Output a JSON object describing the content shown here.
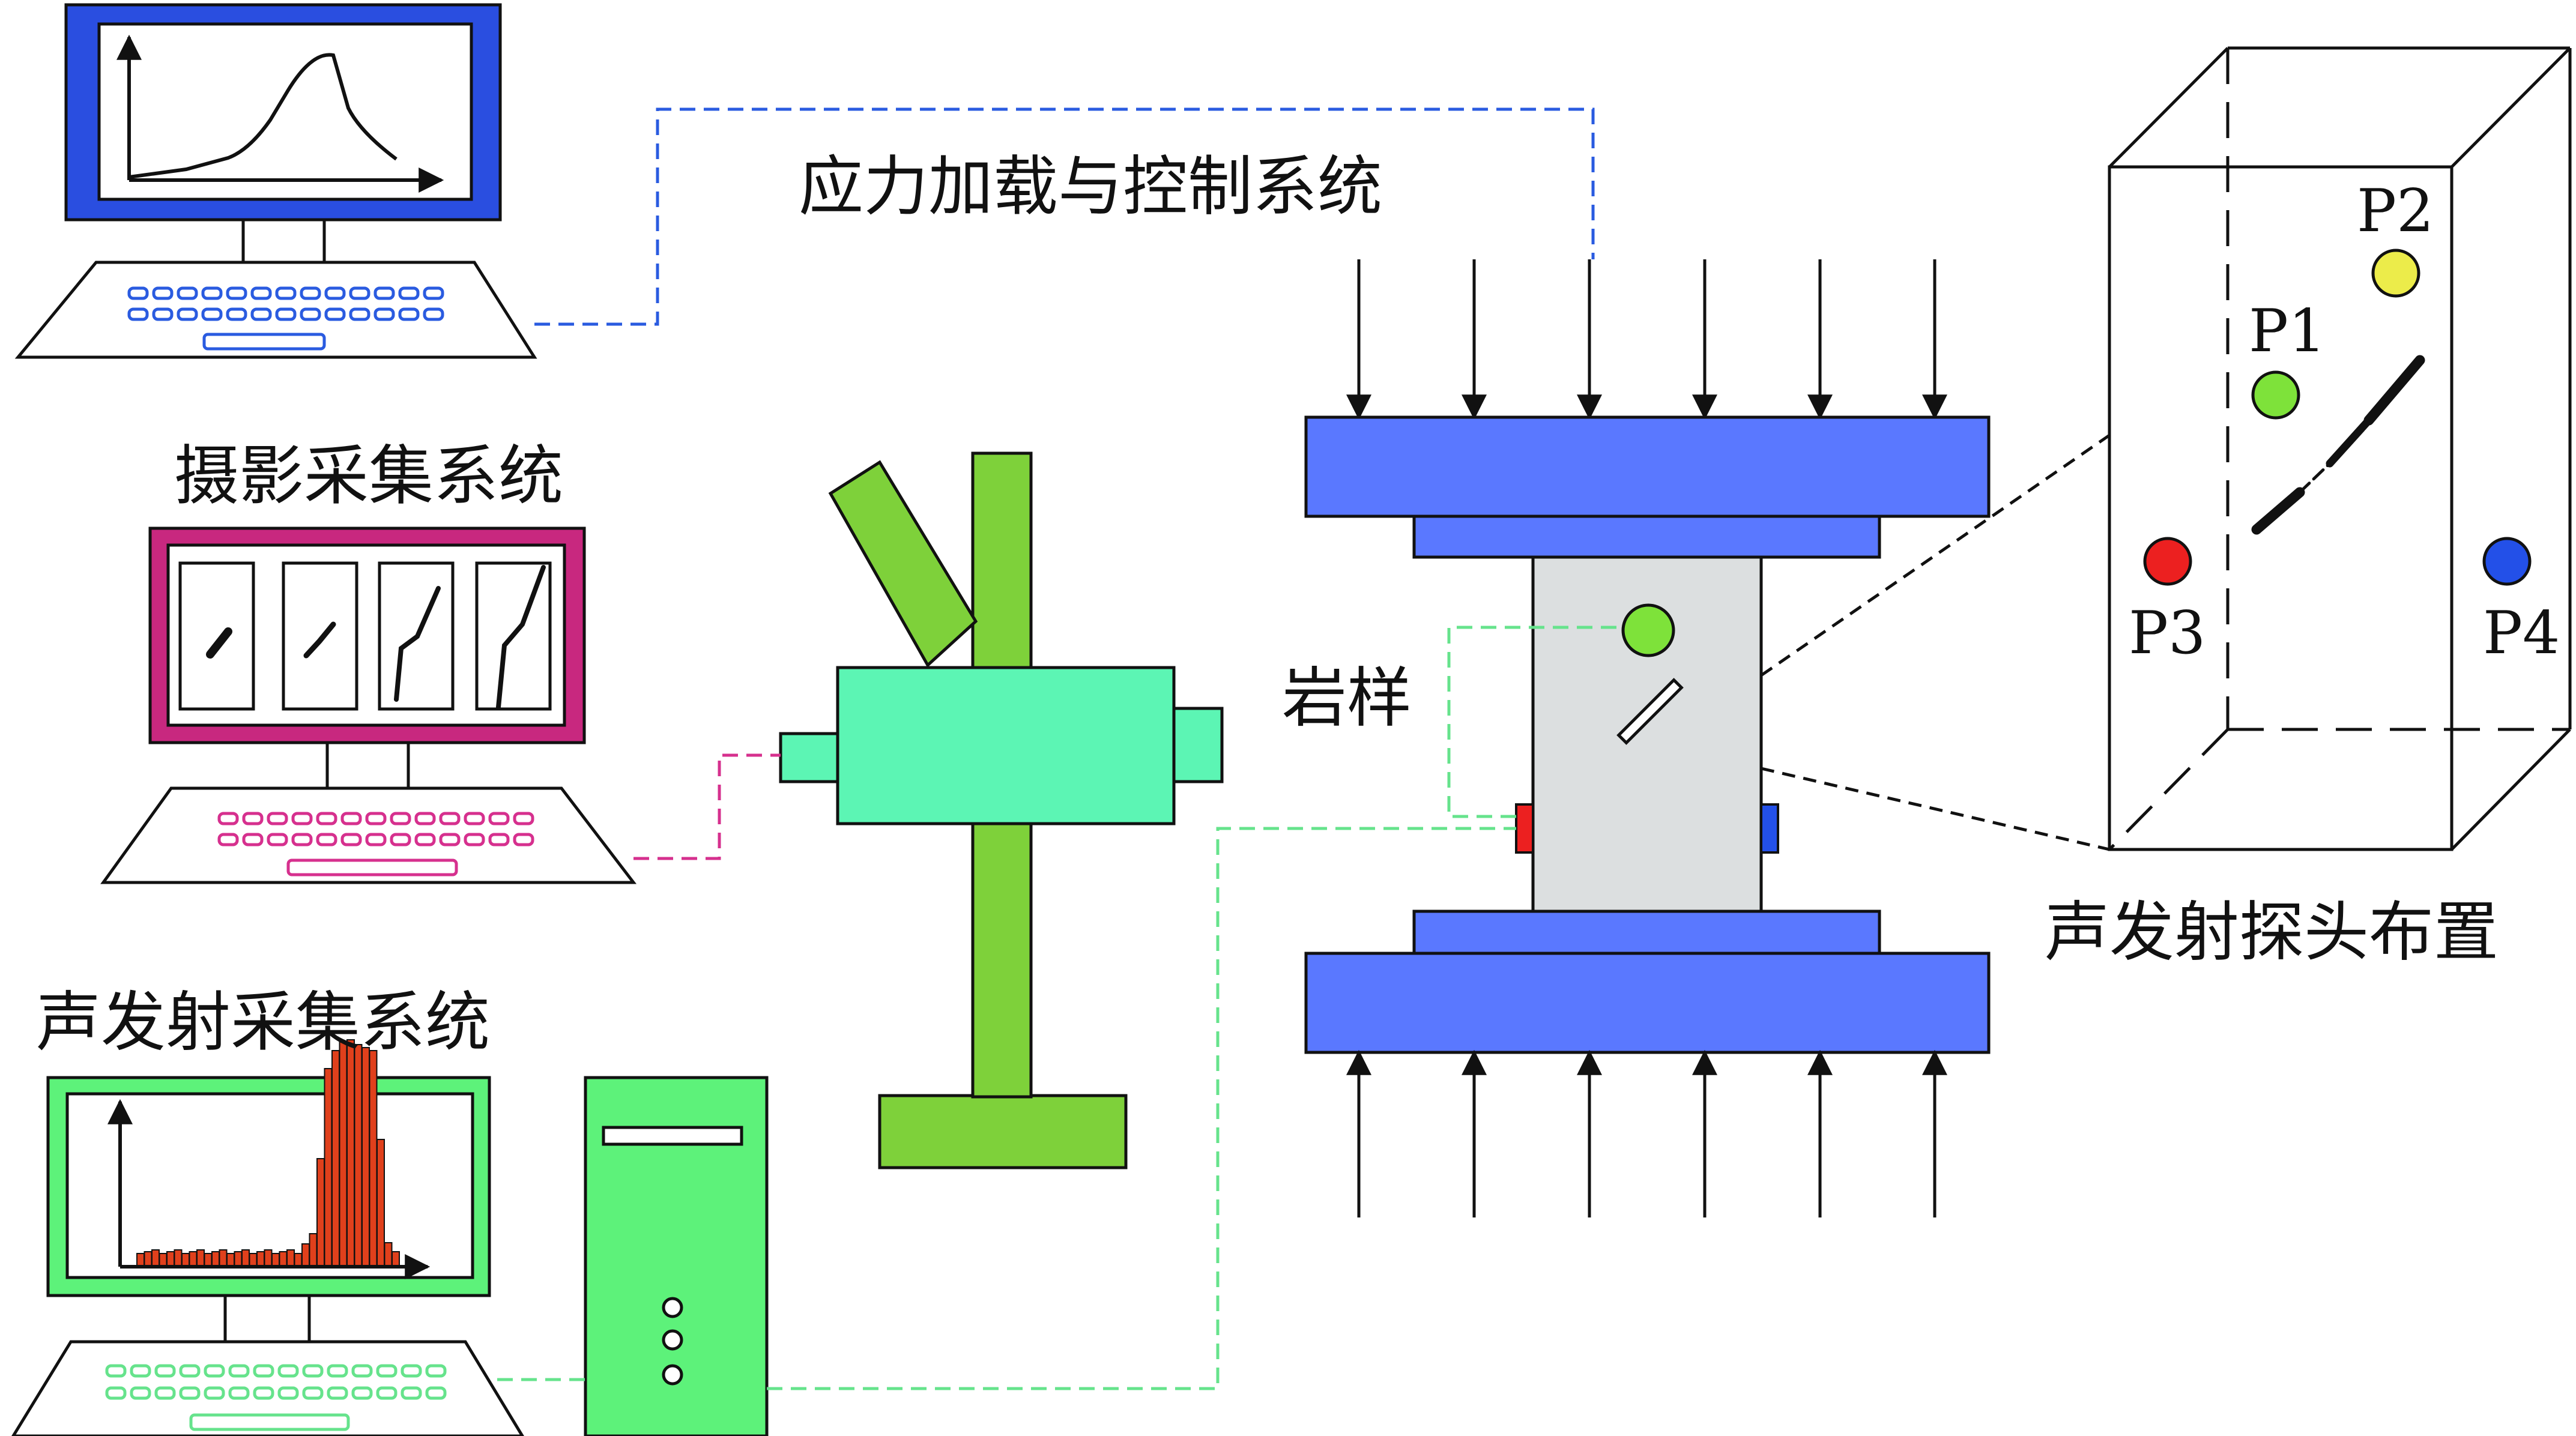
{
  "labels": {
    "stress_system": "应力加载与控制系统",
    "photo_system": "摄影采集系统",
    "ae_system": "声发射采集系统",
    "rock_sample": "岩样",
    "probe_layout": "声发射探头布置"
  },
  "probes": {
    "p1": "P1",
    "p2": "P2",
    "p3": "P3",
    "p4": "P4"
  },
  "colors": {
    "platen_blue": "#5a78ff",
    "sample_gray": "#dcdfe0",
    "camera_teal": "#5cf5b4",
    "stand_green": "#7ed13a",
    "monitor_blue": "#2a4ee0",
    "monitor_magenta": "#c8287f",
    "monitor_green": "#5df27a",
    "probe_p1": "#7ee23a",
    "probe_p2": "#ecec4a",
    "probe_p3": "#ec2020",
    "probe_p4": "#2350e8",
    "link_blue": "#2a5be0",
    "link_magenta": "#d6308e",
    "link_green": "#66e38c",
    "histogram_bar": "#e0401c"
  }
}
